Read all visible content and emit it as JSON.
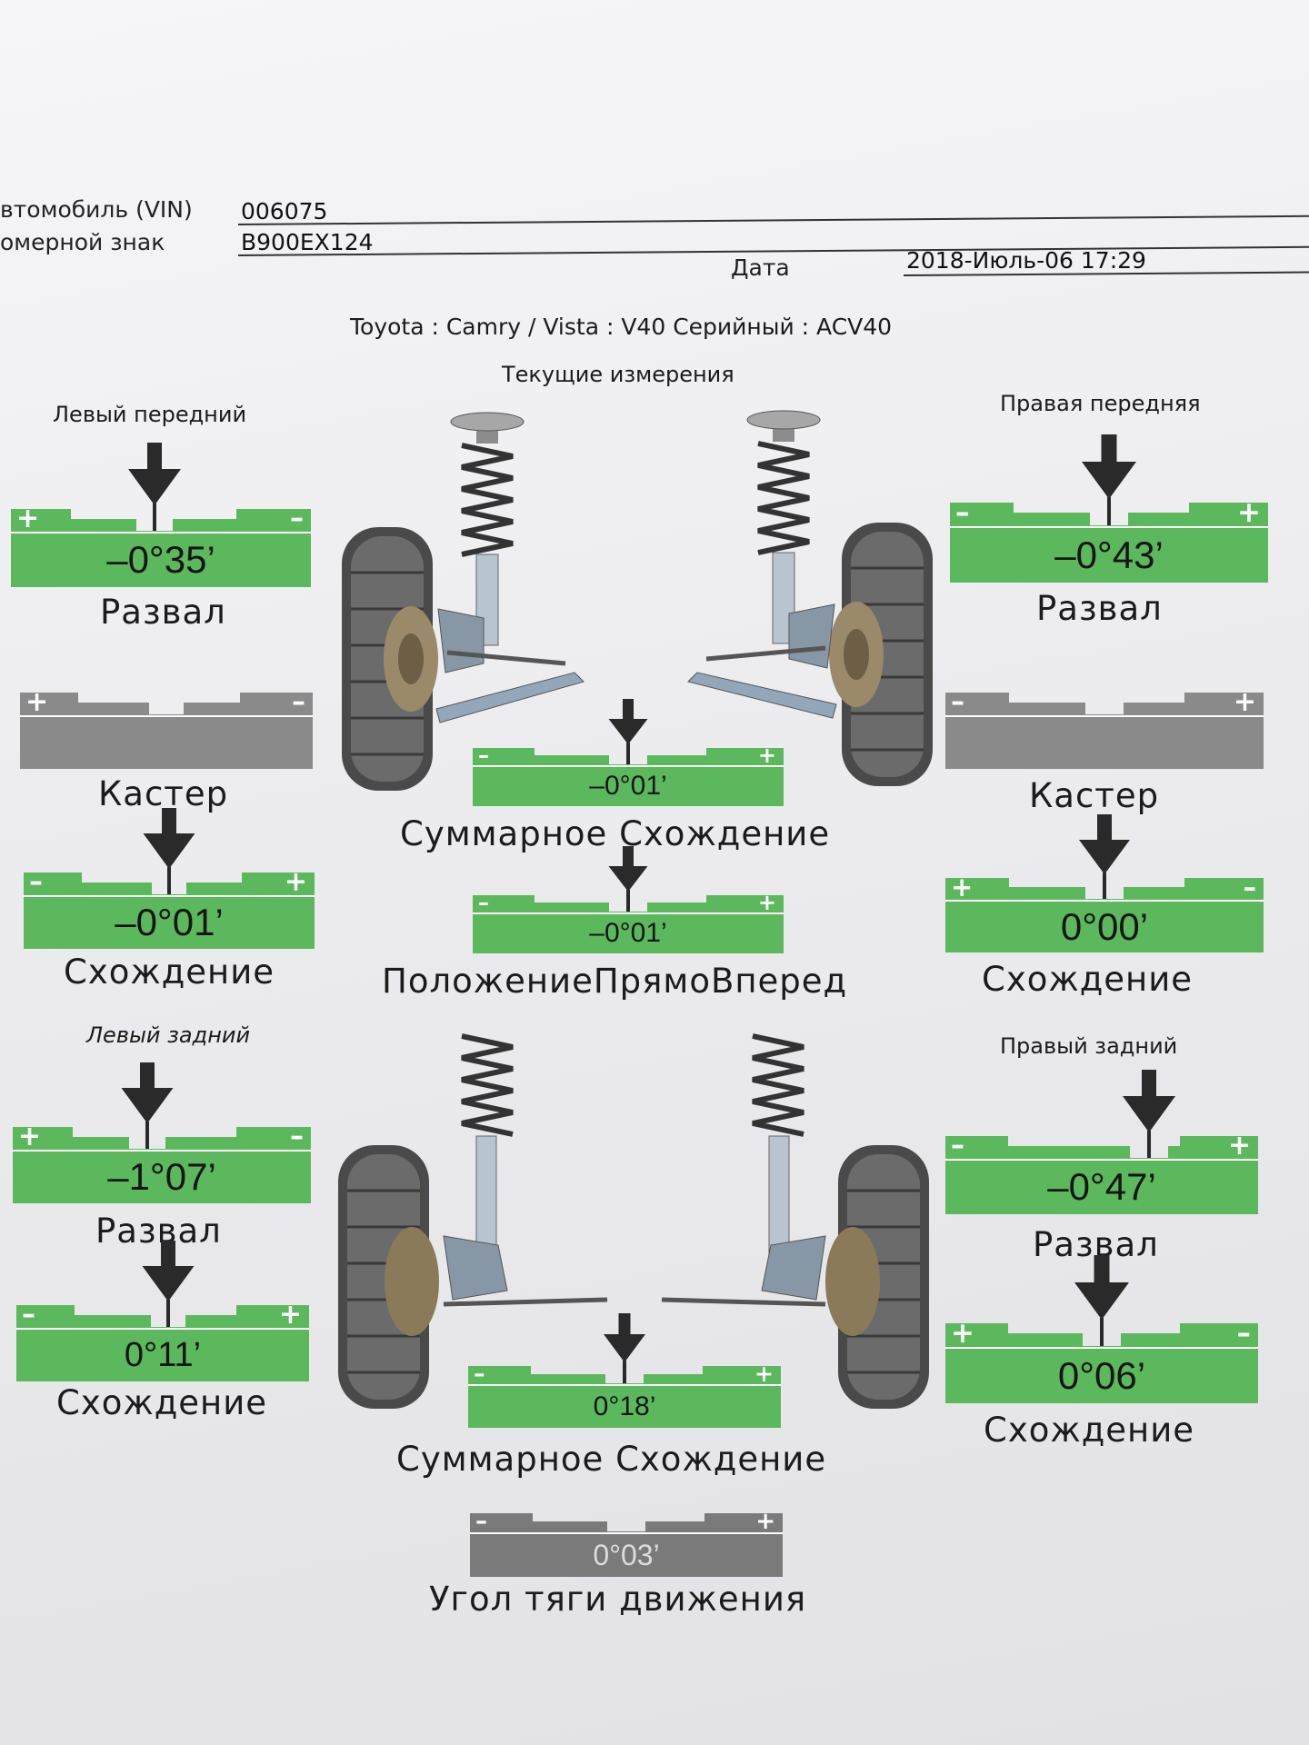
{
  "header": {
    "vin_label": "втомобиль (VIN)",
    "vin_value": "006075",
    "plate_label": "омерной знак",
    "plate_value": "В900ЕХ124",
    "date_label": "Дата",
    "date_value": "2018-Июль-06 17:29",
    "model": "Toyota : Camry / Vista : V40 Серийный : ACV40"
  },
  "sections": {
    "current": "Текущие измерения",
    "left_front": "Левый передний",
    "right_front": "Правая передняя",
    "left_rear": "Левый задний",
    "right_rear": "Правый задний"
  },
  "gauges": {
    "lf_camber": {
      "value": "–0°35’",
      "label": "Развал",
      "left_sign": "+",
      "right_sign": "–",
      "color": "#5cb85c"
    },
    "lf_caster": {
      "value": "",
      "label": "Кастер",
      "left_sign": "+",
      "right_sign": "–",
      "color": "#8a8a8a"
    },
    "lf_toe": {
      "value": "–0°01’",
      "label": "Схождение",
      "left_sign": "–",
      "right_sign": "+",
      "color": "#5cb85c"
    },
    "rf_camber": {
      "value": "–0°43’",
      "label": "Развал",
      "left_sign": "–",
      "right_sign": "+",
      "color": "#5cb85c"
    },
    "rf_caster": {
      "value": "",
      "label": "Кастер",
      "left_sign": "–",
      "right_sign": "+",
      "color": "#8a8a8a"
    },
    "rf_toe": {
      "value": "0°00’",
      "label": "Схождение",
      "left_sign": "+",
      "right_sign": "–",
      "color": "#5cb85c"
    },
    "f_total_toe": {
      "value": "–0°01’",
      "label": "Суммарное Схождение",
      "left_sign": "–",
      "right_sign": "+",
      "color": "#5cb85c"
    },
    "steer_ahead": {
      "value": "–0°01’",
      "label": "ПоложениеПрямоВперед",
      "left_sign": "–",
      "right_sign": "+",
      "color": "#5cb85c"
    },
    "lr_camber": {
      "value": "–1°07’",
      "label": "Развал",
      "left_sign": "+",
      "right_sign": "–",
      "color": "#5cb85c"
    },
    "lr_toe": {
      "value": "0°11’",
      "label": "Схождение",
      "left_sign": "–",
      "right_sign": "+",
      "color": "#5cb85c"
    },
    "rr_camber": {
      "value": "–0°47’",
      "label": "Развал",
      "left_sign": "–",
      "right_sign": "+",
      "color": "#5cb85c"
    },
    "rr_toe": {
      "value": "0°06’",
      "label": "Схождение",
      "left_sign": "+",
      "right_sign": "–",
      "color": "#5cb85c"
    },
    "r_total_toe": {
      "value": "0°18’",
      "label": "Суммарное Схождение",
      "left_sign": "–",
      "right_sign": "+",
      "color": "#5cb85c"
    },
    "thrust": {
      "value": "0°03’",
      "label": "Угол тяги движения",
      "left_sign": "–",
      "right_sign": "+",
      "color": "#7a7a7a"
    }
  }
}
